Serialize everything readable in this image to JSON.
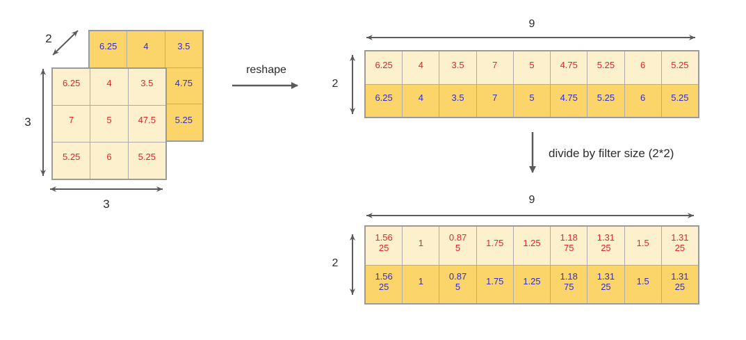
{
  "labels": {
    "left_depth": "2",
    "left_height": "3",
    "left_width": "3",
    "reshape": "reshape",
    "divide": "divide by filter size (2*2)",
    "top_width": "9",
    "top_height": "2",
    "bottom_width": "9",
    "bottom_height": "2"
  },
  "left_figure": {
    "back_layer": {
      "rows": [
        [
          "6.25",
          "4",
          "3.5"
        ],
        [
          "",
          "",
          "4.75"
        ],
        [
          "",
          "",
          "5.25"
        ]
      ]
    },
    "front_layer": {
      "rows": [
        [
          "6.25",
          "4",
          "3.5"
        ],
        [
          "7",
          "5",
          "47.5"
        ],
        [
          "5.25",
          "6",
          "5.25"
        ]
      ]
    }
  },
  "reshaped_grid": {
    "rows": [
      [
        "6.25",
        "4",
        "3.5",
        "7",
        "5",
        "4.75",
        "5.25",
        "6",
        "5.25"
      ],
      [
        "6.25",
        "4",
        "3.5",
        "7",
        "5",
        "4.75",
        "5.25",
        "6",
        "5.25"
      ]
    ]
  },
  "divided_grid": {
    "rows": [
      [
        "1.56\n25",
        "1",
        "0.87\n5",
        "1.75",
        "1.25",
        "1.18\n75",
        "1.31\n25",
        "1.5",
        "1.31\n25"
      ],
      [
        "1.56\n25",
        "1",
        "0.87\n5",
        "1.75",
        "1.25",
        "1.18\n75",
        "1.31\n25",
        "1.5",
        "1.31\n25"
      ]
    ]
  },
  "colors": {
    "cell_cream": "#FDF0CC",
    "cell_yellow": "#FBD46A",
    "value_red": "#E6232B",
    "value_blue": "#2E2EC8",
    "grid_line": "#ABABAB",
    "grid_border": "#9A9A9A",
    "arrow": "#5A5A5A",
    "label_text": "#2B2B2B"
  }
}
